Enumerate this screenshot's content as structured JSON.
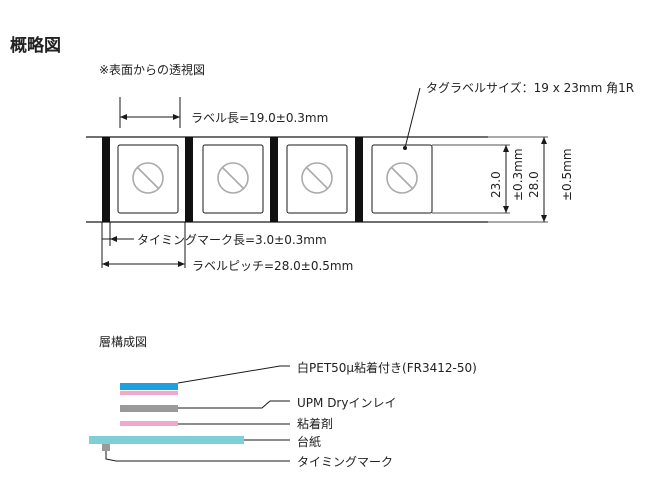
{
  "title": "概略図",
  "top_view": {
    "caption": "※表面からの透視図",
    "tag_label": "タグラベルサイズ：19 x 23mm 角1R",
    "label_length": "ラベル長=19.0±0.3mm",
    "label_height": "23.0",
    "label_height_tol": "±0.3mm",
    "pitch_height": "28.0",
    "pitch_height_tol": "±0.5mm",
    "timing_mark_length": "タイミングマーク長=3.0±0.3mm",
    "label_pitch": "ラベルピッチ=28.0±0.5mm",
    "label_count": 4
  },
  "layers": {
    "title": "層構成図",
    "items": [
      {
        "name": "白PET50μ粘着付き(FR3412-50)",
        "colors": [
          "#1ea0e0",
          "#f2a8cc"
        ]
      },
      {
        "name": "UPM Dryインレイ",
        "colors": [
          "#9a9a9a"
        ]
      },
      {
        "name": "粘着剤",
        "colors": [
          "#f2a8cc"
        ]
      },
      {
        "name": "台紙",
        "colors": [
          "#7ecfd6"
        ]
      },
      {
        "name": "タイミングマーク",
        "colors": [
          "#9a9a9a"
        ]
      }
    ]
  },
  "colors": {
    "line": "#1a1a1a",
    "timing_mark": "#111111",
    "logo_gray": "#aaaaaa"
  }
}
